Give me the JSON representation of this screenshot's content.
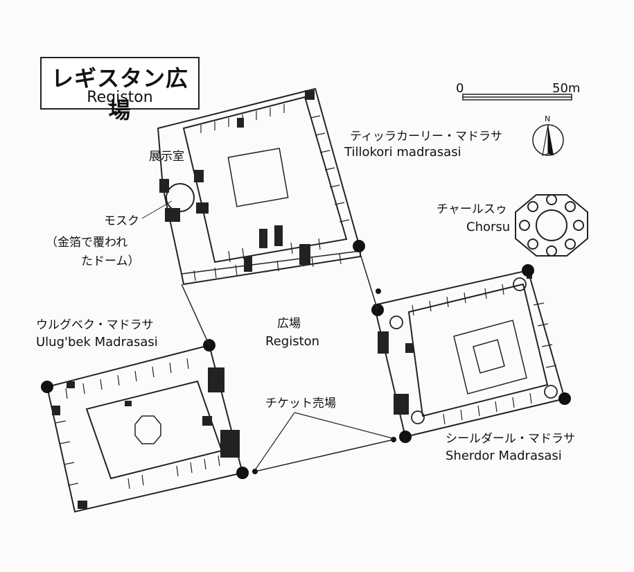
{
  "title": {
    "ja": "レギスタン広場",
    "en": "Registon"
  },
  "scale": {
    "zero": "0",
    "end": "50m"
  },
  "north": {
    "letter": "N"
  },
  "labels": {
    "tillokori_ja": "ティッラカーリー・マドラサ",
    "tillokori_en": "Tillokori madrasasi",
    "exhibition": "展示室",
    "mosque_1": "モスク",
    "mosque_2": "（金箔で覆われ",
    "mosque_3": "たドーム）",
    "chorsu_ja": "チャールスゥ",
    "chorsu_en": "Chorsu",
    "ulugbek_ja": "ウルグベク・マドラサ",
    "ulugbek_en": "Ulug'bek Madrasasi",
    "square_ja": "広場",
    "square_en": "Registon",
    "ticket": "チケット売場",
    "sherdor_ja": "シールダール・マドラサ",
    "sherdor_en": "Sherdor Madrasasi"
  },
  "colors": {
    "ink": "#111111",
    "paper": "#fbfbfb",
    "wall": "#222222"
  }
}
